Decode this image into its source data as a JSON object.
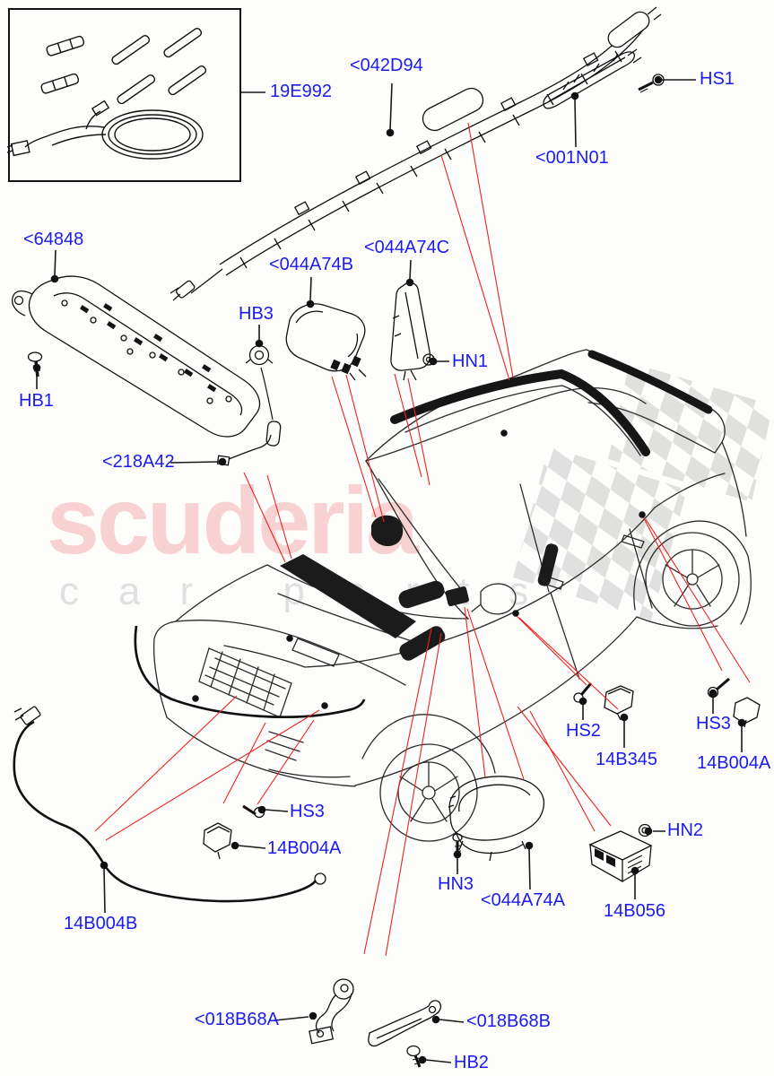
{
  "watermark": {
    "brand": "scuderia",
    "subtitle": "car parts"
  },
  "colors": {
    "label_blue": "#1b1bf0",
    "reference_red": "#ee2222",
    "line_art": "#222222",
    "watermark_pink": "#f8d2d2",
    "watermark_gray": "#e0e0e0",
    "background": "#fdfdfb"
  },
  "labels": {
    "parts_kit": "19E992",
    "curtain_airbag": "<042D94",
    "hs1": "HS1",
    "roof_trim": "<001N01",
    "pedestrian_panel": "<64848",
    "hb1": "HB1",
    "hb3": "HB3",
    "driver_airbag": "<044A74B",
    "pillar_trim": "<044A74C",
    "hn1": "HN1",
    "igniter_cable": "<218A42",
    "hs2": "HS2",
    "side_impact_sensor": "14B345",
    "hs3_right": "HS3",
    "front_sensor_right": "14B004A",
    "hn2": "HN2",
    "control_module": "14B056",
    "hn3": "HN3",
    "passenger_airbag": "<044A74A",
    "impact_cable": "14B004B",
    "hs3_left": "HS3",
    "front_sensor_left": "14B004A",
    "bracket_a": "<018B68A",
    "bracket_b": "<018B68B",
    "hb2": "HB2"
  }
}
